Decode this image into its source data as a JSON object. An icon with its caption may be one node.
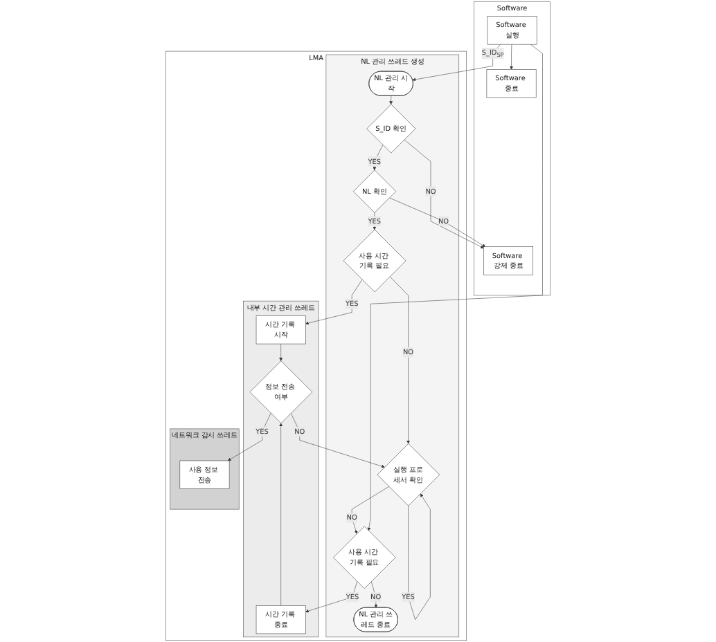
{
  "diagram": {
    "nodes": [
      {
        "text": [
          "Software"
        ]
      },
      {
        "text": [
          "Software 실행"
        ],
        "in": 0
      },
      {
        "text": [
          "Software 강제 종료"
        ],
        "in": 0
      },
      {
        "text": [
          "Software 종료"
        ],
        "in": 0
      },
      {
        "text": [
          "LMA"
        ]
      },
      {
        "text": [
          "NL 관리 쓰레드 생성"
        ],
        "in": 4
      },
      {
        "text": [
          "NL 관리 시작"
        ],
        "in": 5
      },
      {
        "text": [
          "S_ID 확인"
        ],
        "in": 5
      },
      {
        "text": [
          "NL 확인"
        ],
        "in": 5
      },
      {
        "text": [
          "사용 시간 기록 필요"
        ],
        "in": 5
      },
      {
        "text": [
          "실행 프로세서 확인"
        ],
        "in": 5
      },
      {
        "text": [
          "사용 시간 기록 필요"
        ],
        "in": 5
      },
      {
        "text": [
          "NL 관리 쓰레드 종료"
        ],
        "in": 5
      },
      {
        "text": [
          "내부 시간 관리 쓰레드"
        ],
        "in": 4
      },
      {
        "text": [
          "시간 기록 시작"
        ],
        "in": 13
      },
      {
        "text": [
          "정보 전송 여부"
        ],
        "in": 13
      },
      {
        "text": [
          "시간 기록 종료"
        ],
        "in": 13
      },
      {
        "text": [
          "네트워크 감시 쓰레드"
        ],
        "in": 4
      },
      {
        "text": [
          "사용 정보 전송"
        ],
        "in": 17
      }
    ],
    "edges": [
      {
        "from": 1,
        "to": 6,
        "arrow": "to",
        "label": "S_ID$_{SP}$"
      },
      {
        "from": 1,
        "to": 3,
        "arrow": "to"
      },
      {
        "from": 6,
        "to": 7,
        "arrow": "to"
      },
      {
        "from": 7,
        "to": 2,
        "arrow": "to",
        "label": "NO"
      },
      {
        "from": 7,
        "to": 8,
        "arrow": "to",
        "label": "YES"
      },
      {
        "from": 8,
        "to": 2,
        "arrow": "to",
        "label": "NO"
      },
      {
        "from": 8,
        "to": 9,
        "arrow": "to",
        "label": "YES"
      },
      {
        "from": 9,
        "to": 14,
        "arrow": "to",
        "label": "YES"
      },
      {
        "from": 9,
        "to": 10,
        "arrow": "to",
        "label": "NO"
      },
      {
        "from": 10,
        "to": 10,
        "arrow": "to",
        "label": "YES"
      },
      {
        "from": 10,
        "to": 11,
        "arrow": "to",
        "label": "NO"
      },
      {
        "from": 1,
        "to": 11,
        "arrow": "to"
      },
      {
        "from": 11,
        "to": 16,
        "arrow": "to",
        "label": "YES"
      },
      {
        "from": 11,
        "to": 12,
        "arrow": "to",
        "label": "NO"
      },
      {
        "from": 14,
        "to": 15,
        "arrow": "to"
      },
      {
        "from": 16,
        "to": 15,
        "arrow": "to"
      },
      {
        "from": 15,
        "to": 18,
        "arrow": "to",
        "label": "YES"
      },
      {
        "from": 15,
        "to": 10,
        "arrow": "to",
        "label": "NO"
      }
    ]
  }
}
